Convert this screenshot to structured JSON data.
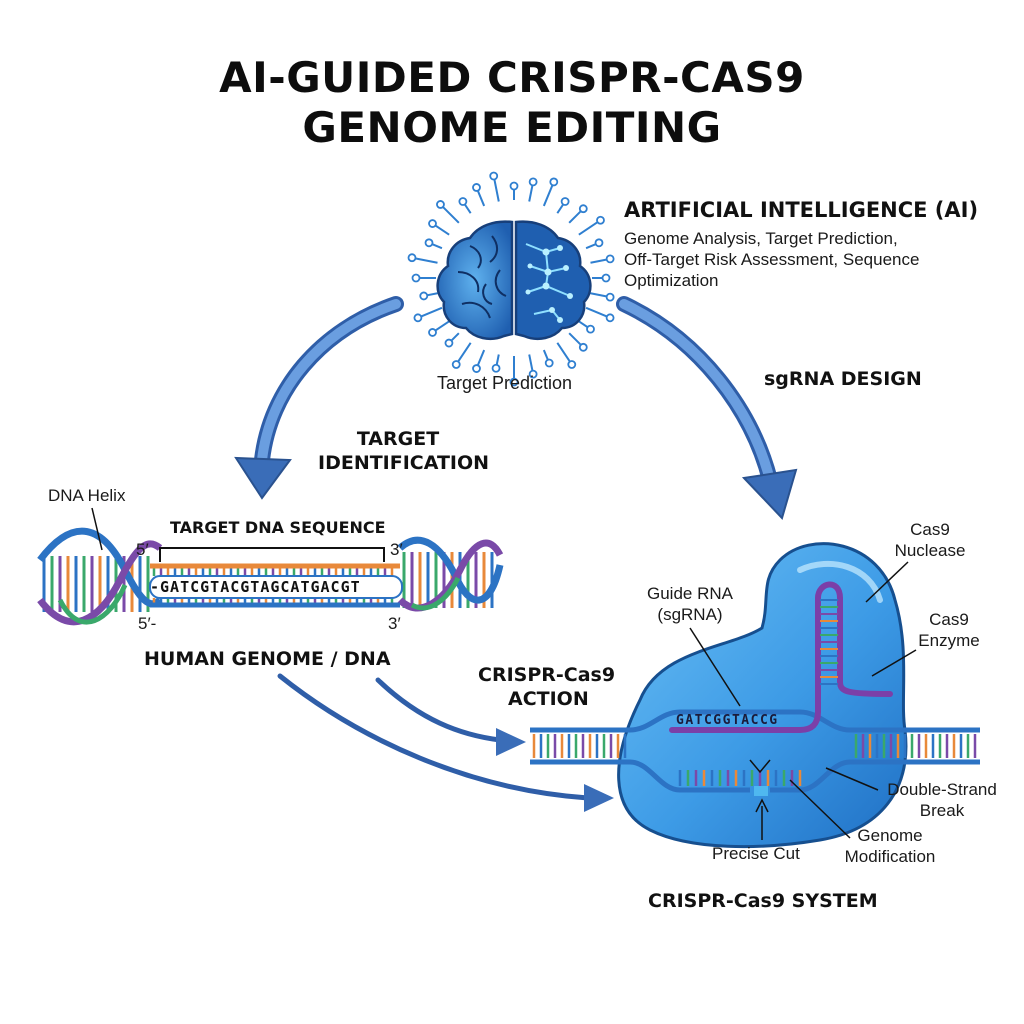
{
  "title": {
    "line1": "AI-GUIDED CRISPR-CAS9",
    "line2": "GENOME EDITING"
  },
  "ai": {
    "heading": "ARTIFICIAL INTELLIGENCE (AI)",
    "desc_line1": "Genome Analysis, Target Prediction,",
    "desc_line2": "Off-Target Risk Assessment, Sequence",
    "desc_line3": "Optimization",
    "brain_caption": "Target Prediction"
  },
  "flow": {
    "left_arrow_label_1": "TARGET",
    "left_arrow_label_2": "IDENTIFICATION",
    "right_arrow_label": "sgRNA DESIGN",
    "action_label_1": "CRISPR-Cas9",
    "action_label_2": "ACTION"
  },
  "dna": {
    "helix_label": "DNA Helix",
    "target_label": "TARGET DNA SEQUENCE",
    "sequence": "-GATCGTACGTAGCATGACGT",
    "end_5_top": "5′",
    "end_3_top": "3′",
    "end_5_bottom": "5′-",
    "end_3_bottom": "3′",
    "caption": "HUMAN GENOME / DNA"
  },
  "cas9": {
    "nuclease_1": "Cas9",
    "nuclease_2": "Nuclease",
    "enzyme_1": "Cas9",
    "enzyme_2": "Enzyme",
    "guide_1": "Guide RNA",
    "guide_2": "(sgRNA)",
    "guide_sequence": "GATCGGTACCG",
    "dsb_1": "Double-Strand",
    "dsb_2": "Break",
    "mod_1": "Genome",
    "mod_2": "Modification",
    "cut": "Precise Cut",
    "system_caption": "CRISPR-Cas9 SYSTEM"
  },
  "colors": {
    "arrow_blue": "#3f6fb8",
    "cas9_blue": "#3d9be6",
    "guide_purple": "#7b3fa8",
    "strand_orange": "#e8893a",
    "strand_blue": "#2c73c4",
    "strand_green": "#3aa86b",
    "strand_purple": "#7a4aa8"
  }
}
